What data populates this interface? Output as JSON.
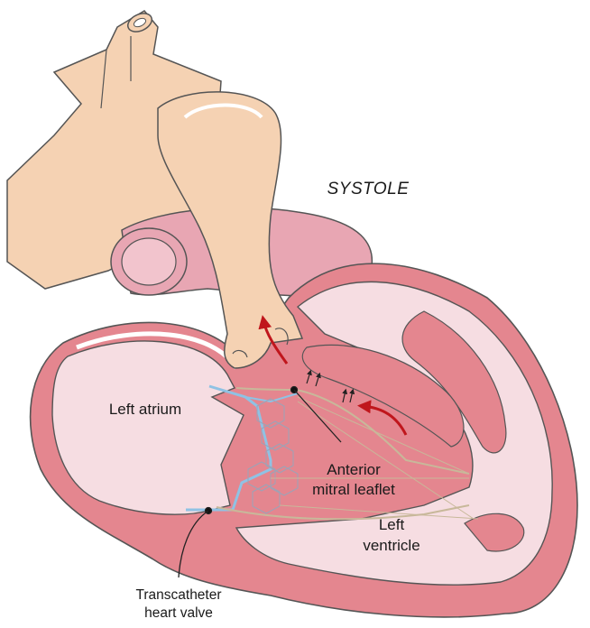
{
  "diagram": {
    "title": "SYSTOLE",
    "labels": {
      "left_atrium": "Left atrium",
      "anterior_mitral_leaflet": [
        "Anterior",
        "mitral leaflet"
      ],
      "left_ventricle": [
        "Left",
        "ventricle"
      ],
      "transcatheter_valve": [
        "Transcatheter",
        "heart valve"
      ]
    },
    "colors": {
      "vessel_skin": "#f5d2b3",
      "vessel_outline": "#555555",
      "heart_wall": "#e4868f",
      "chamber": "#f6dde2",
      "aorta_pink": "#e8a6b3",
      "valve_blue": "#8fc2e4",
      "flow_arrow": "#c0161c"
    }
  }
}
